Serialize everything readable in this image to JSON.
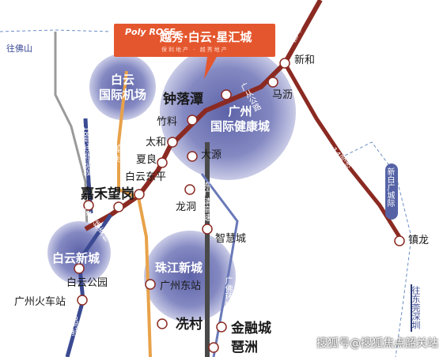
{
  "banner": {
    "logo": "Poly ROSE",
    "project": "越秀·白云·星汇城",
    "subtitle": "保利地产 · 越秀地产"
  },
  "hubs": {
    "airport": "白云\n国际机场",
    "health_city": "广州\n国际健康城",
    "baiyun_new_town": "白云新城",
    "zhujiang_new_town": "珠江新城"
  },
  "stations": {
    "zhongluotan": "钟落潭",
    "jiahewanggang": "嘉禾望岗",
    "xianchun": "冼村",
    "jinrongcheng": "金融城",
    "pazhou": "琶洲",
    "zhuliao": "竹料",
    "taihe": "太和",
    "xialiang": "夏良",
    "baiyundongping": "白云东平",
    "dayuan": "大源",
    "longdong": "龙洞",
    "zhihuicheng": "智慧城",
    "xinhe": "新和",
    "mali": "马沥",
    "zhenlong": "镇龙",
    "baiyungongyuan": "白云公园",
    "guangzhou_railway": "广州火车站",
    "guangzhou_east": "广州东站"
  },
  "place_labels": {
    "wangfoshan": "往佛山",
    "wang_dongguan_shenzhen": "往东莞深圳"
  },
  "line_labels": {
    "line14": "14号线",
    "line14_branch": "14号线支线",
    "line3": "3号线",
    "line18": "18号线北延段",
    "line2": "2号线",
    "line14_bycity": "14号线",
    "guangfo": "广佛环线",
    "dongtai": "东广清高速",
    "guangzhu": "广从公路",
    "xinbai": "新白广城际"
  },
  "watermark": "搜狐号@搜狐焦点韶关站",
  "colors": {
    "banner": "#e4572e",
    "line_red": "#8b2a22",
    "line_orange": "#e8a24a",
    "line_blue": "#3b4a92",
    "line_gray": "#4a4a4a",
    "hub": "#5d63a8"
  }
}
